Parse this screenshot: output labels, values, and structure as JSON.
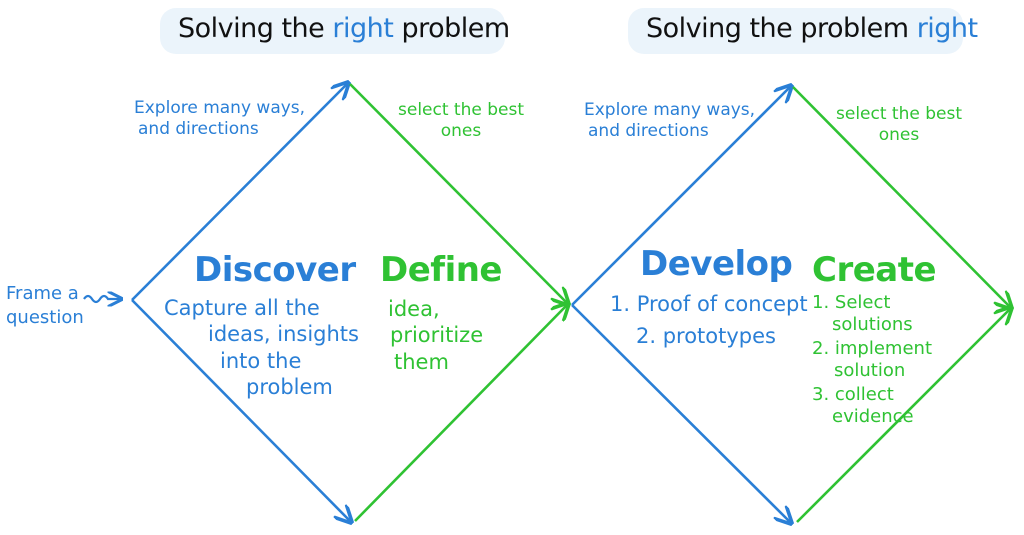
{
  "headings": {
    "left": {
      "pre": "Solving the",
      "emph": "right",
      "post": "problem"
    },
    "right": {
      "pre": "Solving the problem",
      "emph": "right"
    }
  },
  "frame_question": [
    "Frame a",
    "question"
  ],
  "diamond1": {
    "explore_note": [
      "Explore many ways,",
      "and directions"
    ],
    "select_note": [
      "select the best",
      "ones"
    ],
    "discover": {
      "title": "Discover",
      "text": [
        "Capture all the",
        "ideas, insights",
        "into the",
        "problem"
      ]
    },
    "define": {
      "title": "Define",
      "text": [
        "idea,",
        "prioritize",
        "them"
      ]
    }
  },
  "diamond2": {
    "explore_note": [
      "Explore many ways,",
      "and directions"
    ],
    "select_note": [
      "select the best",
      "ones"
    ],
    "develop": {
      "title": "Develop",
      "items": [
        "1. Proof of concept",
        "2. prototypes"
      ]
    },
    "create": {
      "title": "Create",
      "items": [
        "1. Select",
        "solutions",
        "2. implement",
        "solution",
        "3. collect",
        "evidence"
      ]
    }
  },
  "colors": {
    "blue": "#2a7fd6",
    "green": "#2fc233",
    "title_bg": "#e9f3fb"
  }
}
